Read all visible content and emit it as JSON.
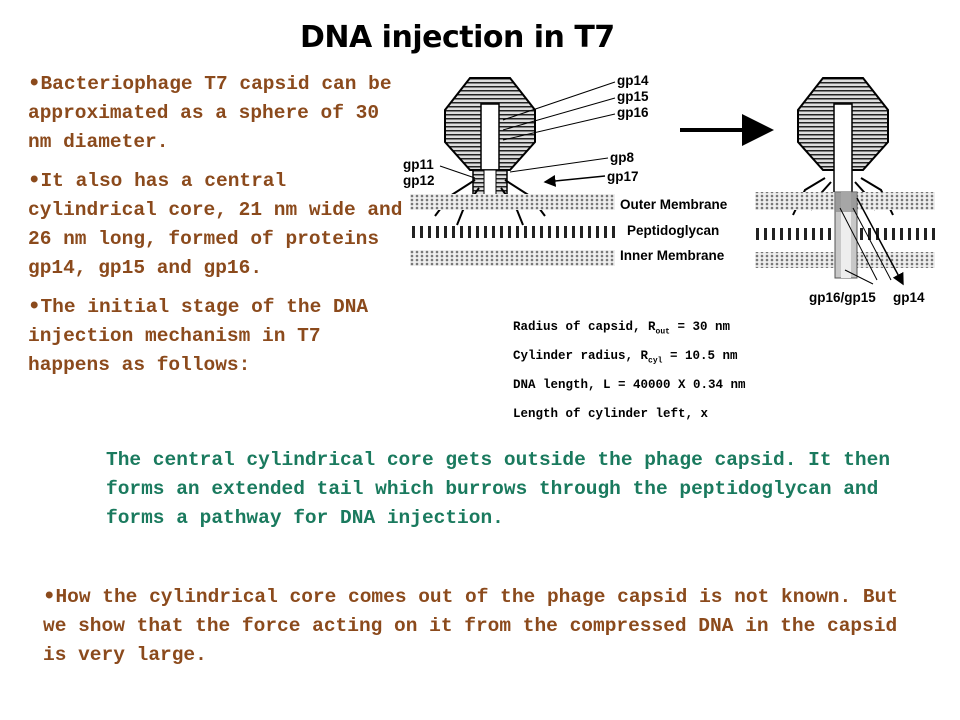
{
  "slide": {
    "title": "DNA injection in T7",
    "bullet_char": "•",
    "bullets": [
      "Bacteriophage T7 capsid can be approximated as a sphere of 30 nm diameter.",
      "It also has a central cylindrical core, 21 nm wide and 26 nm long, formed of proteins gp14, gp15 and gp16.",
      "The initial stage of the DNA injection mechanism in T7 happens as follows:"
    ],
    "formulas": [
      {
        "prefix": "Radius of capsid, R",
        "sub": "out",
        "suffix": " = 30 nm"
      },
      {
        "prefix": "Cylinder radius, R",
        "sub": "cyl",
        "suffix": " = 10.5 nm"
      },
      {
        "prefix": "DNA length, L = 40000 X 0.34 nm",
        "sub": "",
        "suffix": ""
      },
      {
        "prefix": "Length of cylinder left, x",
        "sub": "",
        "suffix": ""
      }
    ],
    "green_paragraph": "The central cylindrical core gets outside the phage capsid. It then forms an extended tail which burrows through the peptidoglycan and forms a pathway for DNA injection.",
    "bottom_paragraph": "How the cylindrical core comes out of the phage capsid is not known. But we show that the force acting on it from the compressed DNA in the capsid is very large."
  },
  "diagram": {
    "labels": {
      "gp14": "gp14",
      "gp15": "gp15",
      "gp16": "gp16",
      "gp8": "gp8",
      "gp11": "gp11",
      "gp12": "gp12",
      "gp17": "gp17",
      "outer_membrane": "Outer Membrane",
      "peptidoglycan": "Peptidoglycan",
      "inner_membrane": "Inner Membrane",
      "gp16_gp15": "gp16/gp15",
      "gp14_right": "gp14"
    }
  },
  "colors": {
    "title": "#000000",
    "bullets_text": "#8b4a1c",
    "green_text": "#1a7a5e",
    "bottom_text": "#8b4a1c"
  }
}
